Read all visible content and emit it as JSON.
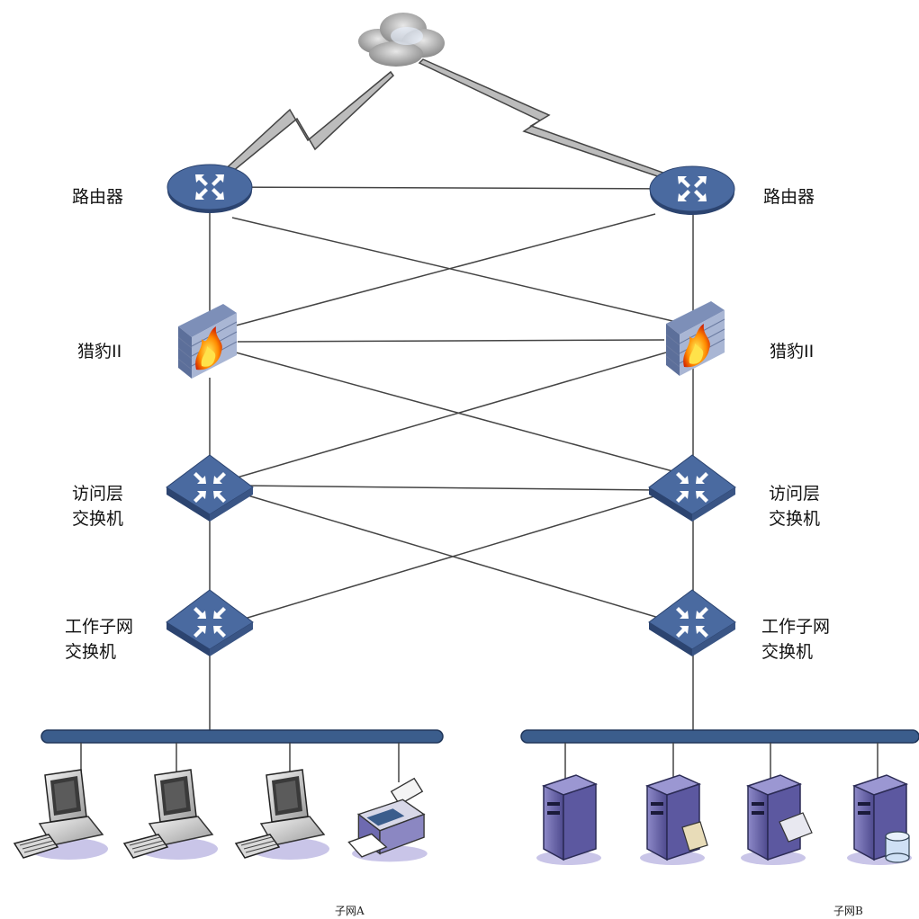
{
  "labels": {
    "router_left": "路由器",
    "router_right": "路由器",
    "firewall_left": "猎豹II",
    "firewall_right": "猎豹II",
    "access_left_1": "访问层",
    "access_left_2": "交换机",
    "access_right_1": "访问层",
    "access_right_2": "交换机",
    "work_left_1": "工作子网",
    "work_left_2": "交换机",
    "work_right_1": "工作子网",
    "work_right_2": "交换机",
    "subnet_a": "子网A",
    "subnet_b": "子网B"
  },
  "icons": {
    "cloud": "cloud-icon",
    "router": "router-icon",
    "firewall": "firewall-icon",
    "switch": "switch-icon",
    "workstation": "workstation-icon",
    "printer": "printer-icon",
    "server": "server-icon"
  },
  "colors": {
    "device_blue": "#3f5f8f",
    "bus_blue": "#3b5d8c",
    "server_purple": "#6e6ab0",
    "line": "#444444"
  }
}
